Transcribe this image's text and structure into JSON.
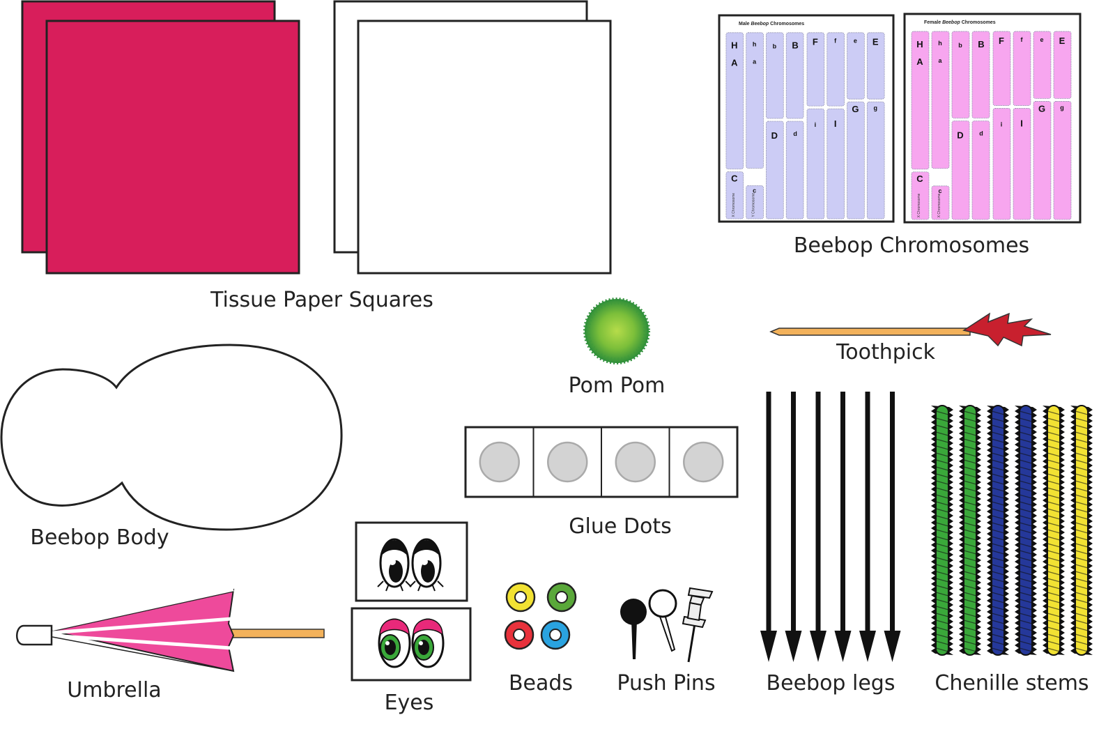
{
  "labels": {
    "tissue": "Tissue Paper Squares",
    "chromosomes": "Beebop Chromosomes",
    "pompom": "Pom Pom",
    "toothpick": "Toothpick",
    "body": "Beebop Body",
    "glue": "Glue Dots",
    "legs": "Beebop legs",
    "chenille": "Chenille stems",
    "umbrella": "Umbrella",
    "eyes": "Eyes",
    "beads": "Beads",
    "pins": "Push Pins"
  },
  "sheets": {
    "male": {
      "title_pre": "Male ",
      "title_em": "Beebop",
      "title_post": " Chromosomes",
      "fill": "#ccccf5",
      "genes": {
        "H": "H",
        "A": "A",
        "h": "h",
        "a": "a",
        "b": "b",
        "B": "B",
        "F": "F",
        "f": "f",
        "e": "e",
        "E": "E",
        "D": "D",
        "d": "d",
        "i": "i",
        "I": "I",
        "G": "G",
        "g": "g",
        "C": "C",
        "c": "c"
      },
      "chrom_x": "X Chromosome",
      "chrom_y": "Y Chromosome"
    },
    "female": {
      "title_pre": "Female ",
      "title_em": "Beebop",
      "title_post": " Chromosomes",
      "fill": "#f7a6ef",
      "genes": {
        "H": "H",
        "A": "A",
        "h": "h",
        "a": "a",
        "b": "b",
        "B": "B",
        "F": "F",
        "f": "f",
        "e": "e",
        "E": "E",
        "D": "D",
        "d": "d",
        "i": "i",
        "I": "I",
        "G": "G",
        "g": "g",
        "C": "C",
        "c": "c"
      },
      "chrom_x": "X Chromosome",
      "chrom_y": "X Chromosome"
    }
  },
  "colors": {
    "tissue_pink": "#d81e5b",
    "umbrella_pink": "#ee4a9b",
    "toothpick": "#f3b25b",
    "toothpick_flag": "#c8202e",
    "pompom": "#5aa83a",
    "glue_dot": "#d3d3d3",
    "leg": "#111111",
    "chenille": [
      "#3aa83a",
      "#3aa83a",
      "#25389a",
      "#25389a",
      "#f2e233",
      "#f2e233"
    ],
    "beads": [
      "#f2e233",
      "#5aa83a",
      "#e8323c",
      "#2aa3e0"
    ],
    "eye_lids": "#e8297a",
    "eye_iris": "#3aa83a"
  },
  "counts": {
    "glue_dots": 4,
    "legs": 6,
    "chenille": 6,
    "beads": 4
  }
}
